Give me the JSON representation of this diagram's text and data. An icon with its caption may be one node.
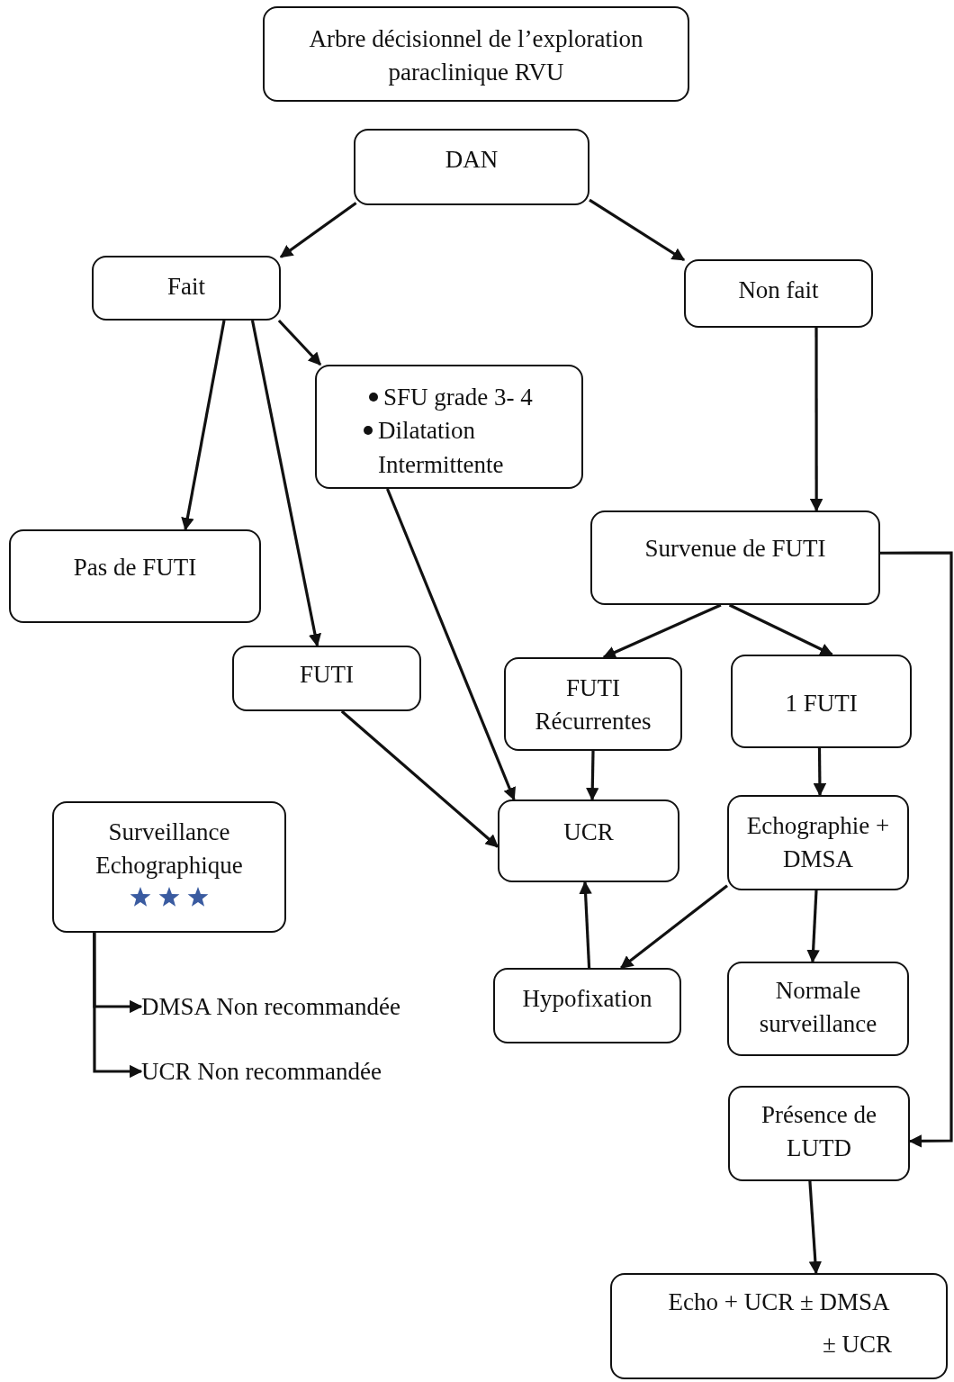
{
  "diagram": {
    "nodes": [
      {
        "text": [
          "Arbre décisionnel de l’exploration paraclinique RVU"
        ]
      },
      {
        "text": [
          "DAN"
        ]
      },
      {
        "text": [
          "Fait"
        ]
      },
      {
        "text": [
          "Non fait"
        ]
      },
      {
        "text": [
          "SFU grade 3- 4",
          "Dilatation Intermittente"
        ]
      },
      {
        "text": [
          "Pas de FUTI"
        ]
      },
      {
        "text": [
          "Survenue de FUTI"
        ]
      },
      {
        "text": [
          "FUTI"
        ]
      },
      {
        "text": [
          "FUTI Récurrentes"
        ]
      },
      {
        "text": [
          "1 FUTI"
        ]
      },
      {
        "text": [
          "Surveillance Echographique"
        ]
      },
      {
        "text": [
          "UCR"
        ]
      },
      {
        "text": [
          "Echographie + DMSA"
        ]
      },
      {
        "text": [
          "Hypofixation"
        ]
      },
      {
        "text": [
          "Normale surveillance"
        ]
      },
      {
        "text": [
          "Présence de LUTD"
        ]
      },
      {
        "text": [
          "Echo + UCR ± DMSA",
          "± UCR"
        ]
      },
      {
        "text": [
          "DMSA Non recommandée"
        ]
      },
      {
        "text": [
          "UCR Non recommandée"
        ]
      }
    ],
    "edges": [
      {
        "from": 1,
        "to": 2,
        "arrow": "to"
      },
      {
        "from": 1,
        "to": 3,
        "arrow": "to"
      },
      {
        "from": 2,
        "to": 4,
        "arrow": "to"
      },
      {
        "from": 2,
        "to": 5,
        "arrow": "to"
      },
      {
        "from": 2,
        "to": 7,
        "arrow": "to"
      },
      {
        "from": 3,
        "to": 6,
        "arrow": "to"
      },
      {
        "from": 6,
        "to": 8,
        "arrow": "to"
      },
      {
        "from": 6,
        "to": 9,
        "arrow": "to"
      },
      {
        "from": 6,
        "to": 15,
        "arrow": "to"
      },
      {
        "from": 4,
        "to": 11,
        "arrow": "to"
      },
      {
        "from": 7,
        "to": 11,
        "arrow": "to"
      },
      {
        "from": 8,
        "to": 11,
        "arrow": "to"
      },
      {
        "from": 9,
        "to": 12,
        "arrow": "to"
      },
      {
        "from": 12,
        "to": 13,
        "arrow": "to"
      },
      {
        "from": 12,
        "to": 14,
        "arrow": "to"
      },
      {
        "from": 13,
        "to": 11,
        "arrow": "to"
      },
      {
        "from": 15,
        "to": 16,
        "arrow": "to"
      },
      {
        "from": 10,
        "to": 17,
        "arrow": "to"
      },
      {
        "from": 10,
        "to": 18,
        "arrow": "to"
      }
    ]
  }
}
